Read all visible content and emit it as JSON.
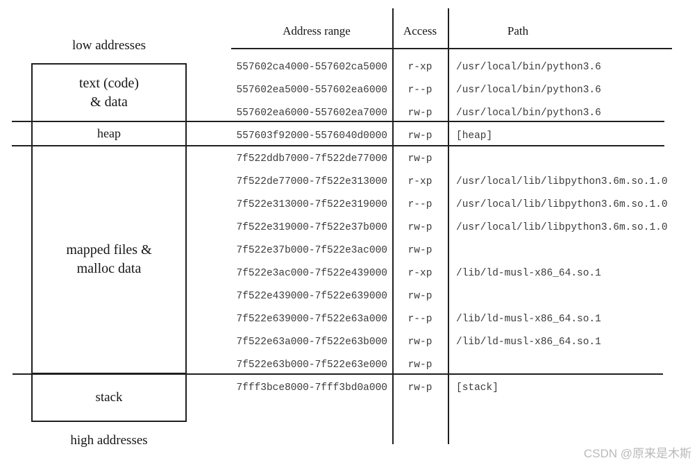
{
  "memory_map": {
    "low_addresses_label": "low addresses",
    "high_addresses_label": "high addresses",
    "text_region": {
      "line1": "text (code)",
      "line2": "& data"
    },
    "heap_label": "heap",
    "mapped_region": {
      "line1": "mapped files &",
      "line2": "malloc data"
    },
    "stack_label": "stack"
  },
  "table": {
    "header": {
      "address_range": "Address range",
      "access": "Access",
      "path": "Path"
    },
    "rows": [
      {
        "range": "557602ca4000-557602ca5000",
        "access": "r-xp",
        "path": "/usr/local/bin/python3.6"
      },
      {
        "range": "557602ea5000-557602ea6000",
        "access": "r--p",
        "path": "/usr/local/bin/python3.6"
      },
      {
        "range": "557602ea6000-557602ea7000",
        "access": "rw-p",
        "path": "/usr/local/bin/python3.6"
      },
      {
        "range": "557603f92000-5576040d0000",
        "access": "rw-p",
        "path": "[heap]"
      },
      {
        "range": "7f522ddb7000-7f522de77000",
        "access": "rw-p",
        "path": ""
      },
      {
        "range": "7f522de77000-7f522e313000",
        "access": "r-xp",
        "path": "/usr/local/lib/libpython3.6m.so.1.0"
      },
      {
        "range": "7f522e313000-7f522e319000",
        "access": "r--p",
        "path": "/usr/local/lib/libpython3.6m.so.1.0"
      },
      {
        "range": "7f522e319000-7f522e37b000",
        "access": "rw-p",
        "path": "/usr/local/lib/libpython3.6m.so.1.0"
      },
      {
        "range": "7f522e37b000-7f522e3ac000",
        "access": "rw-p",
        "path": ""
      },
      {
        "range": "7f522e3ac000-7f522e439000",
        "access": "r-xp",
        "path": "/lib/ld-musl-x86_64.so.1"
      },
      {
        "range": "7f522e439000-7f522e639000",
        "access": "rw-p",
        "path": ""
      },
      {
        "range": "7f522e639000-7f522e63a000",
        "access": "r--p",
        "path": "/lib/ld-musl-x86_64.so.1"
      },
      {
        "range": "7f522e63a000-7f522e63b000",
        "access": "rw-p",
        "path": "/lib/ld-musl-x86_64.so.1"
      },
      {
        "range": "7f522e63b000-7f522e63e000",
        "access": "rw-p",
        "path": ""
      },
      {
        "range": "7fff3bce8000-7fff3bd0a000",
        "access": "rw-p",
        "path": "[stack]"
      }
    ]
  },
  "watermark": {
    "text": "CSDN @原来是木斯",
    "color": "#b9b9b9"
  },
  "colors": {
    "line": "#1f1f1f",
    "text": "#161616",
    "mono_text": "#3a3a3a"
  }
}
